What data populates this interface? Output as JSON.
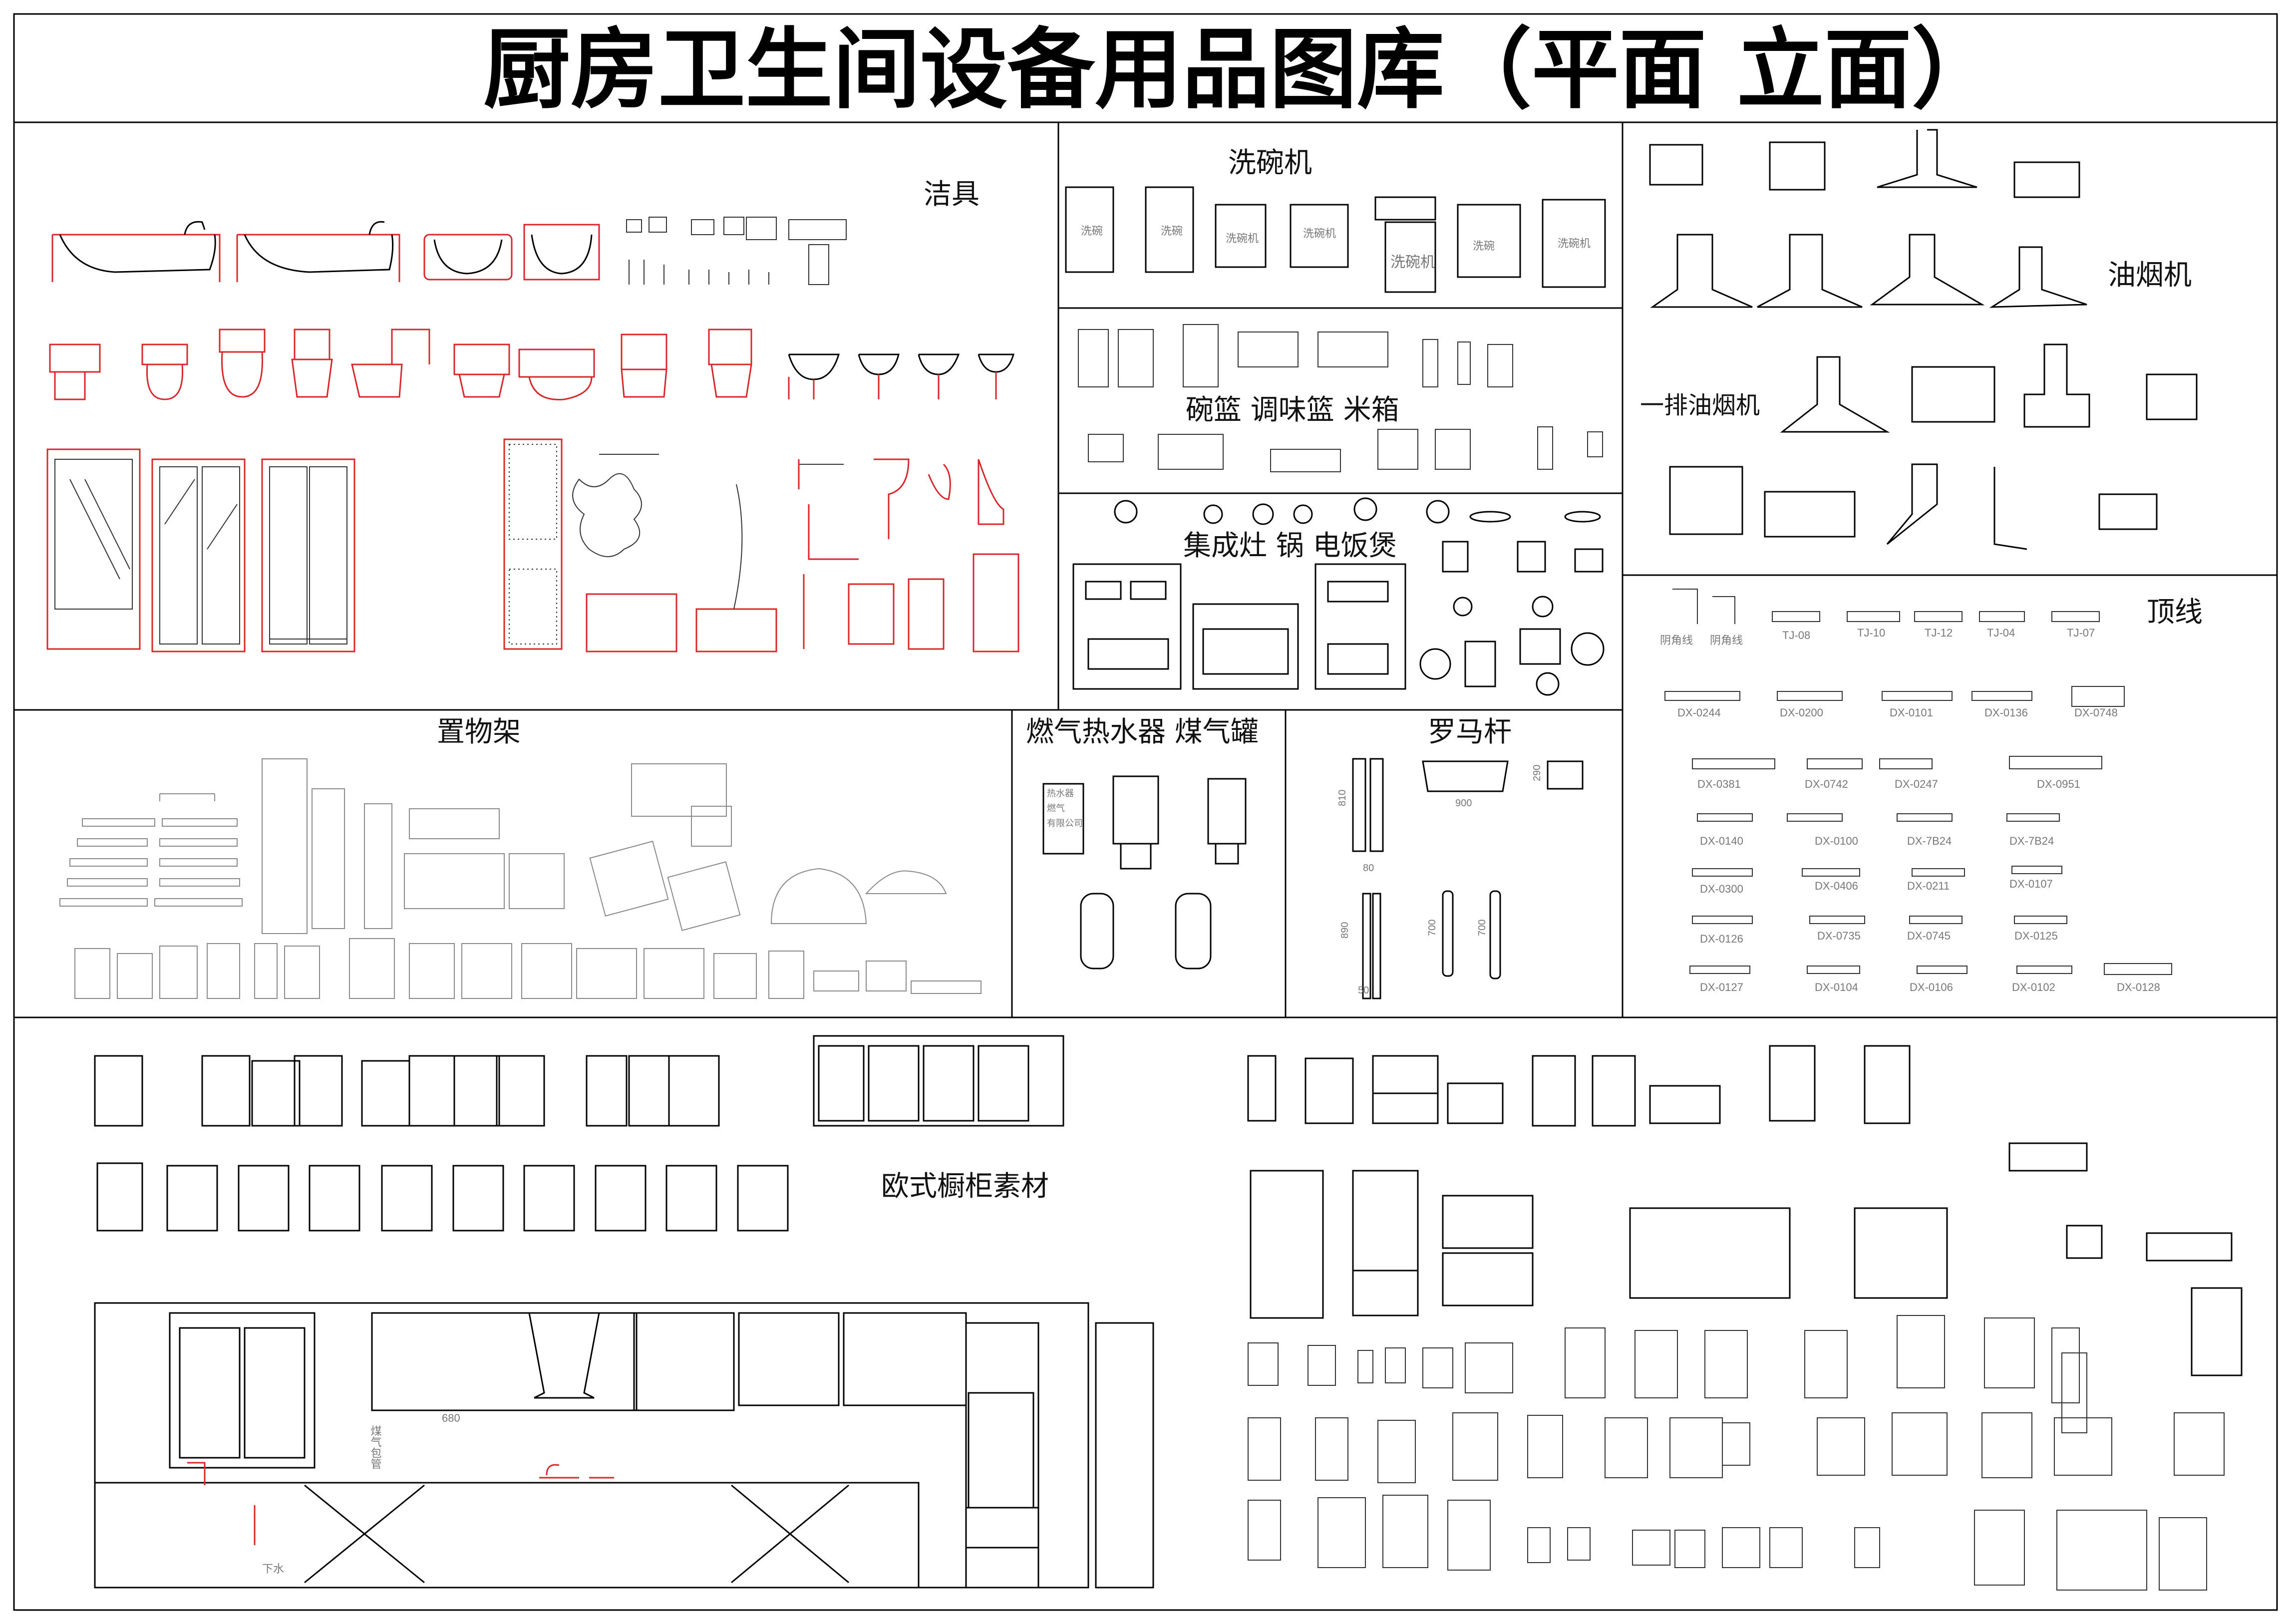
{
  "title": "厨房卫生间设备用品图库（平面  立面）",
  "sections": {
    "sanitary": "洁具",
    "dishwasher": "洗碗机",
    "range_hood": "油烟机",
    "range_hood_sub": "一排油烟机",
    "baskets": "碗篮  调味篮  米箱",
    "stove": "集成灶  锅  电饭煲",
    "molding": "顶线",
    "shelf": "置物架",
    "heater": "燃气热水器  煤气罐",
    "rod": "罗马杆",
    "cabinet": "欧式橱柜素材"
  },
  "dishwasher_label": "洗碗机",
  "molding_top": [
    "阴角线",
    "阴角线",
    "TJ-08",
    "TJ-10",
    "TJ-12",
    "TJ-04",
    "TJ-07"
  ],
  "molding_codes": [
    [
      "DX-0244",
      "DX-0200",
      "DX-0101",
      "DX-0136",
      "DX-0748"
    ],
    [
      "DX-0381",
      "DX-0742",
      "DX-0247",
      "DX-0951"
    ],
    [
      "DX-0140",
      "DX-0100",
      "DX-7B24",
      "DX-7B24"
    ],
    [
      "DX-0300",
      "DX-0406",
      "DX-0211",
      "DX-0107"
    ],
    [
      "DX-0126",
      "DX-0735",
      "DX-0745",
      "DX-0125"
    ],
    [
      "DX-0127",
      "DX-0104",
      "DX-0106",
      "DX-0102",
      "DX-0128"
    ]
  ],
  "rod_dims": [
    "900",
    "290",
    "810",
    "80",
    "890",
    "700",
    "700",
    "50"
  ],
  "cabinet_dim": "680",
  "cabinet_notes": [
    "下水",
    "煤气包管"
  ]
}
